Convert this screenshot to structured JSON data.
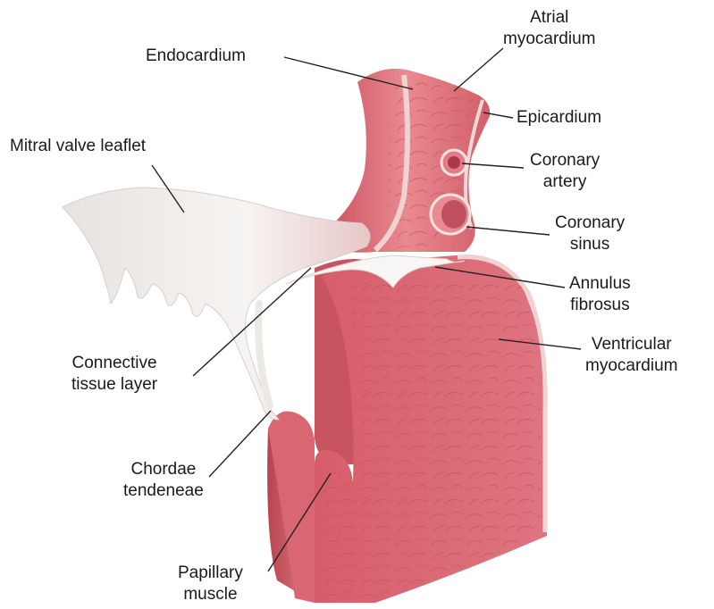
{
  "labels": {
    "endocardium": "Endocardium",
    "atrial_myocardium": [
      "Atrial",
      "myocardium"
    ],
    "epicardium": "Epicardium",
    "mitral_valve_leaflet": "Mitral valve leaflet",
    "coronary_artery": [
      "Coronary",
      "artery"
    ],
    "coronary_sinus": [
      "Coronary",
      "sinus"
    ],
    "annulus_fibrosus": [
      "Annulus",
      "fibrosus"
    ],
    "ventricular_myocardium": [
      "Ventricular",
      "myocardium"
    ],
    "connective_tissue_layer": [
      "Connective",
      "tissue layer"
    ],
    "chordae_tendeneae": [
      "Chordae",
      "tendeneae"
    ],
    "papillary_muscle": [
      "Papillary",
      "muscle"
    ]
  },
  "colors": {
    "myocardium": "#d9636e",
    "myocardium_dark": "#b8444f",
    "endocardium_edge": "#e8c8c6",
    "leaflet": "#f1eeec",
    "annulus": "#f7f5f3",
    "leader_line": "#222222"
  }
}
